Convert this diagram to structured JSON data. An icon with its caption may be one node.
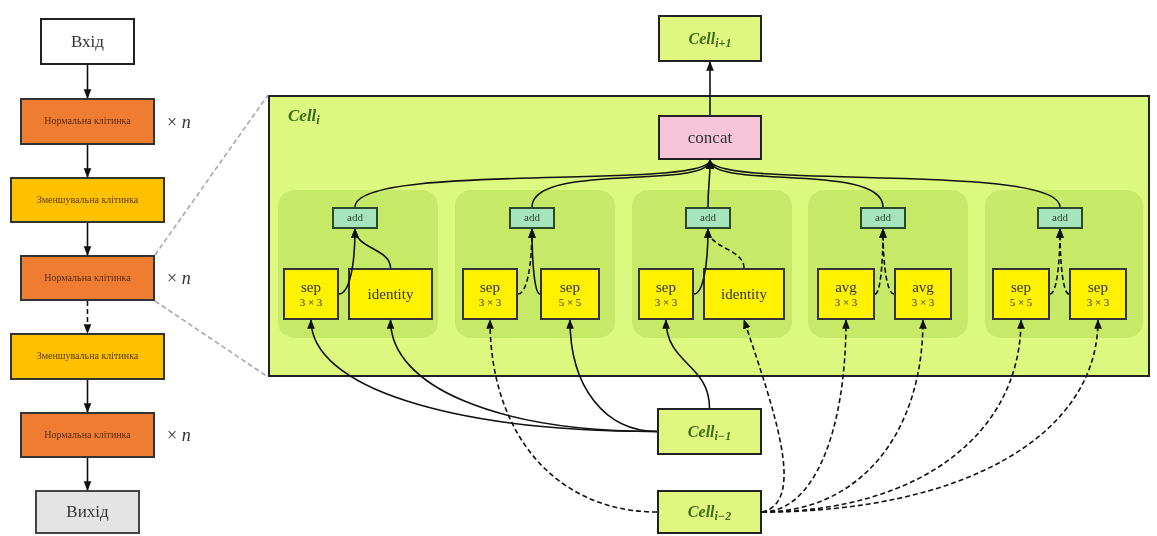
{
  "diagram": {
    "nodes": [
      {
        "text": [
          "Вхід"
        ]
      },
      {
        "text": [
          "Нормальна клітинка"
        ],
        "beside": [
          "× *n*"
        ]
      },
      {
        "text": [
          "Зменшувальна клітинка"
        ]
      },
      {
        "text": [
          "Нормальна клітинка"
        ],
        "beside": [
          "× *n*"
        ]
      },
      {
        "text": [
          "Зменшувальна клітинка"
        ]
      },
      {
        "text": [
          "Нормальна клітинка"
        ],
        "beside": [
          "× *n*"
        ]
      },
      {
        "text": [
          "Вихід"
        ]
      },
      {
        "text": [
          "Cell$_{i+1}$"
        ]
      },
      {
        "text": [
          "Cell$_{i}$"
        ]
      },
      {
        "text": [
          "concat"
        ],
        "in": 8
      },
      {
        "text": [],
        "shape": "box",
        "in": 8
      },
      {
        "text": [
          "add"
        ],
        "in": 10
      },
      {
        "text": [
          "sep",
          "3 × 3"
        ],
        "in": 10
      },
      {
        "text": [
          "identity"
        ],
        "in": 10
      },
      {
        "text": [],
        "shape": "box",
        "in": 8
      },
      {
        "text": [
          "add"
        ],
        "in": 14
      },
      {
        "text": [
          "sep",
          "3 × 3"
        ],
        "in": 14
      },
      {
        "text": [
          "sep",
          "5 × 5"
        ],
        "in": 14
      },
      {
        "text": [],
        "shape": "box",
        "in": 8
      },
      {
        "text": [
          "add"
        ],
        "in": 18
      },
      {
        "text": [
          "sep",
          "3 × 3"
        ],
        "in": 18
      },
      {
        "text": [
          "identity"
        ],
        "in": 18
      },
      {
        "text": [],
        "shape": "box",
        "in": 8
      },
      {
        "text": [
          "add"
        ],
        "in": 22
      },
      {
        "text": [
          "avg",
          "3 × 3"
        ],
        "in": 22
      },
      {
        "text": [
          "avg",
          "3 × 3"
        ],
        "in": 22
      },
      {
        "text": [],
        "shape": "box",
        "in": 8
      },
      {
        "text": [
          "add"
        ],
        "in": 26
      },
      {
        "text": [
          "sep",
          "5 × 5"
        ],
        "in": 26
      },
      {
        "text": [
          "sep",
          "3 × 3"
        ],
        "in": 26
      },
      {
        "text": [
          "Cell$_{i−1}$"
        ]
      },
      {
        "text": [
          "Cell$_{i−2}$"
        ]
      }
    ],
    "edges": [
      {
        "from": 0,
        "to": 1,
        "arrow": "to"
      },
      {
        "from": 1,
        "to": 2,
        "arrow": "to"
      },
      {
        "from": 2,
        "to": 3,
        "arrow": "to"
      },
      {
        "from": 3,
        "to": 4,
        "arrow": "to",
        "style": "dashed"
      },
      {
        "from": 4,
        "to": 5,
        "arrow": "to"
      },
      {
        "from": 5,
        "to": 6,
        "arrow": "to"
      },
      {
        "from": 3,
        "to": 8,
        "arrow": "none",
        "style": "dashed",
        "color": "#a8a8a8"
      },
      {
        "from": 3,
        "to": 8,
        "arrow": "none",
        "style": "dashed",
        "color": "#a8a8a8"
      },
      {
        "from": 9,
        "to": 7,
        "arrow": "to"
      },
      {
        "from": 11,
        "to": 9,
        "arrow": "to"
      },
      {
        "from": 15,
        "to": 9,
        "arrow": "to"
      },
      {
        "from": 19,
        "to": 9,
        "arrow": "to"
      },
      {
        "from": 23,
        "to": 9,
        "arrow": "to"
      },
      {
        "from": 27,
        "to": 9,
        "arrow": "to"
      },
      {
        "from": 12,
        "to": 11,
        "arrow": "to"
      },
      {
        "from": 13,
        "to": 11,
        "arrow": "to"
      },
      {
        "from": 16,
        "to": 15,
        "arrow": "to",
        "style": "dashed"
      },
      {
        "from": 17,
        "to": 15,
        "arrow": "to"
      },
      {
        "from": 20,
        "to": 19,
        "arrow": "to"
      },
      {
        "from": 21,
        "to": 19,
        "arrow": "to",
        "style": "dashed"
      },
      {
        "from": 24,
        "to": 23,
        "arrow": "to",
        "style": "dashed"
      },
      {
        "from": 25,
        "to": 23,
        "arrow": "to",
        "style": "dashed"
      },
      {
        "from": 28,
        "to": 27,
        "arrow": "to",
        "style": "dashed"
      },
      {
        "from": 29,
        "to": 27,
        "arrow": "to",
        "style": "dashed"
      },
      {
        "from": 30,
        "to": 12,
        "arrow": "to"
      },
      {
        "from": 30,
        "to": 13,
        "arrow": "to"
      },
      {
        "from": 30,
        "to": 17,
        "arrow": "to"
      },
      {
        "from": 30,
        "to": 20,
        "arrow": "to"
      },
      {
        "from": 31,
        "to": 16,
        "arrow": "to",
        "style": "dashed"
      },
      {
        "from": 31,
        "to": 21,
        "arrow": "to",
        "style": "dashed"
      },
      {
        "from": 31,
        "to": 24,
        "arrow": "to",
        "style": "dashed"
      },
      {
        "from": 31,
        "to": 25,
        "arrow": "to",
        "style": "dashed"
      },
      {
        "from": 31,
        "to": 28,
        "arrow": "to",
        "style": "dashed"
      },
      {
        "from": 31,
        "to": 29,
        "arrow": "to",
        "style": "dashed"
      }
    ]
  }
}
